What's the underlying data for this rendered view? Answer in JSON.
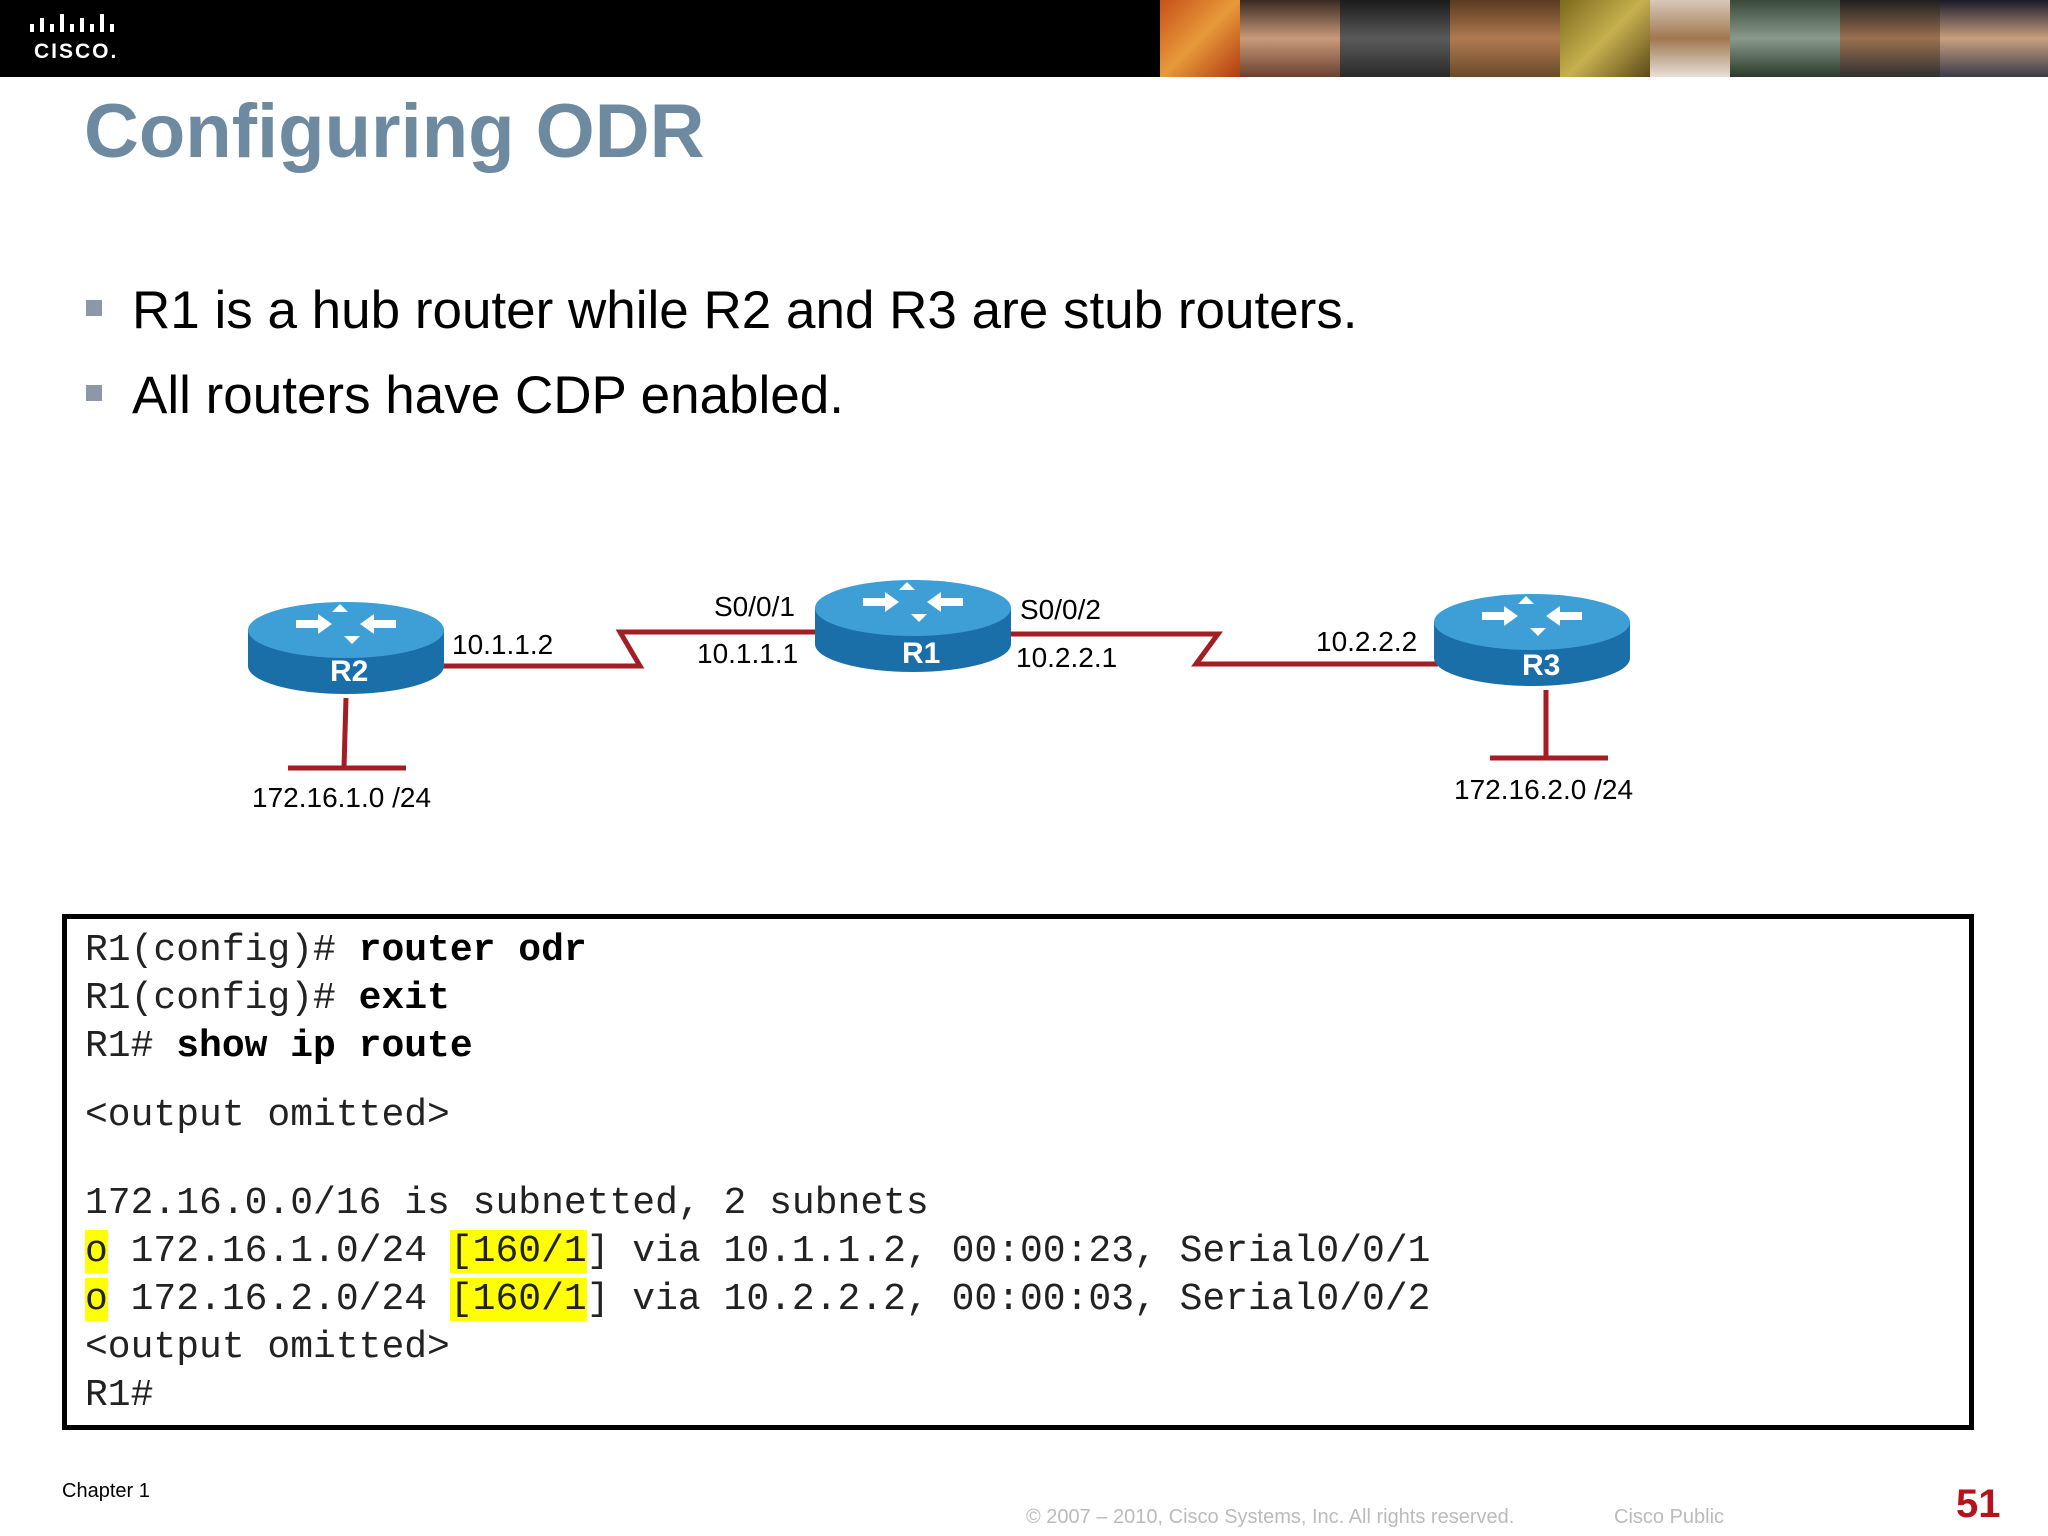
{
  "header": {
    "logo_text": "CISCO."
  },
  "slide": {
    "title": "Configuring ODR",
    "bullets": [
      "R1 is a hub router while R2 and R3 are stub routers.",
      "All routers have CDP enabled."
    ]
  },
  "diagram": {
    "routers": {
      "r1": "R1",
      "r2": "R2",
      "r3": "R3"
    },
    "labels": {
      "r2_ip": "10.1.1.2",
      "r1_s001": "S0/0/1",
      "r1_ip1": "10.1.1.1",
      "r1_s002": "S0/0/2",
      "r1_ip2": "10.2.2.1",
      "r3_ip": "10.2.2.2",
      "lan_r2": "172.16.1.0 /24",
      "lan_r3": "172.16.2.0 /24"
    },
    "colors": {
      "link": "#a21d24",
      "router_top": "#3d9fd6",
      "router_side": "#1b6fa8"
    }
  },
  "console": {
    "line1_prompt": "R1(config)# ",
    "line1_cmd": "router odr",
    "line2_prompt": "R1(config)# ",
    "line2_cmd": "exit",
    "line3_prompt": "R1# ",
    "line3_cmd": "show ip route",
    "line4": "<output omitted>",
    "line5": "172.16.0.0/16 is subnetted, 2 subnets",
    "route1": {
      "code": "o",
      "net": " 172.16.1.0/24 ",
      "ad": "[160/1",
      "rest": "] via 10.1.1.2, 00:00:23, Serial0/0/1"
    },
    "route2": {
      "code": "o",
      "net": " 172.16.2.0/24 ",
      "ad": "[160/1",
      "rest": "] via 10.2.2.2, 00:00:03, Serial0/0/2"
    },
    "line8": "<output omitted>",
    "line9": "R1#",
    "highlight_color": "#ffff00"
  },
  "footer": {
    "chapter": "Chapter 1",
    "copyright": "© 2007 – 2010, Cisco Systems, Inc. All rights reserved.",
    "classification": "Cisco Public",
    "page_number": "51"
  }
}
